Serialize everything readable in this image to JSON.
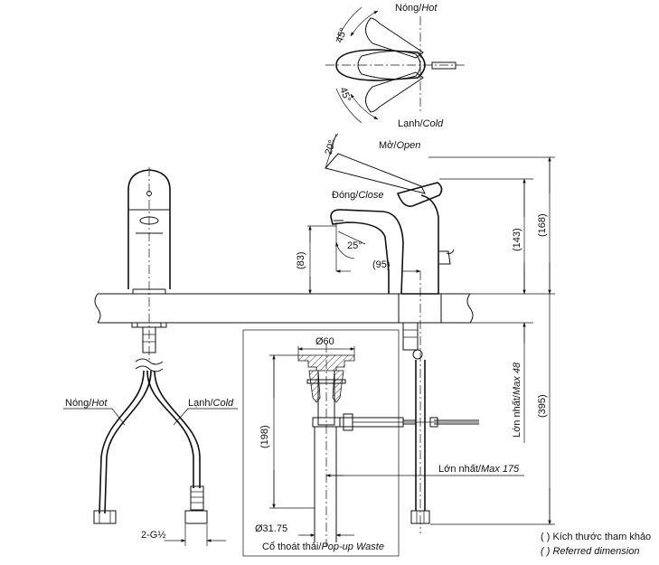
{
  "top_view": {
    "hot": {
      "main": "Nóng/",
      "italic": "Hot"
    },
    "cold": {
      "main": "Lạnh/",
      "italic": "Cold"
    },
    "angle_top": "45°",
    "angle_bottom": "45°"
  },
  "side_view": {
    "open": {
      "main": "Mở/",
      "italic": "Open"
    },
    "close": {
      "main": "Đóng/",
      "italic": "Close"
    },
    "angle_handle": "20°",
    "angle_spout": "25°",
    "dim_spout_height": "(83)",
    "dim_spout_reach": "(95)",
    "dim_body_height": "(143)",
    "dim_total_height": "(168)",
    "dim_max_counter": {
      "main": "Lớn nhất/",
      "italic": "Max 48"
    },
    "dim_below_counter": "(395)"
  },
  "front_view": {
    "hot": {
      "main": "Nóng/",
      "italic": "Hot"
    },
    "cold": {
      "main": "Lạnh/",
      "italic": "Cold"
    },
    "thread": "2-G½"
  },
  "waste": {
    "dia_top": "Ø60",
    "height": "(198)",
    "dia_bottom": "Ø31.75",
    "max_reach": {
      "main": "Lớn nhất/",
      "italic": "Max 175"
    },
    "caption": {
      "main": "Cổ thoát thải/",
      "italic": "Pop-up Waste"
    }
  },
  "legend": {
    "line1": "( ) Kích thước tham khảo",
    "line2": "( ) Referred dimension"
  }
}
